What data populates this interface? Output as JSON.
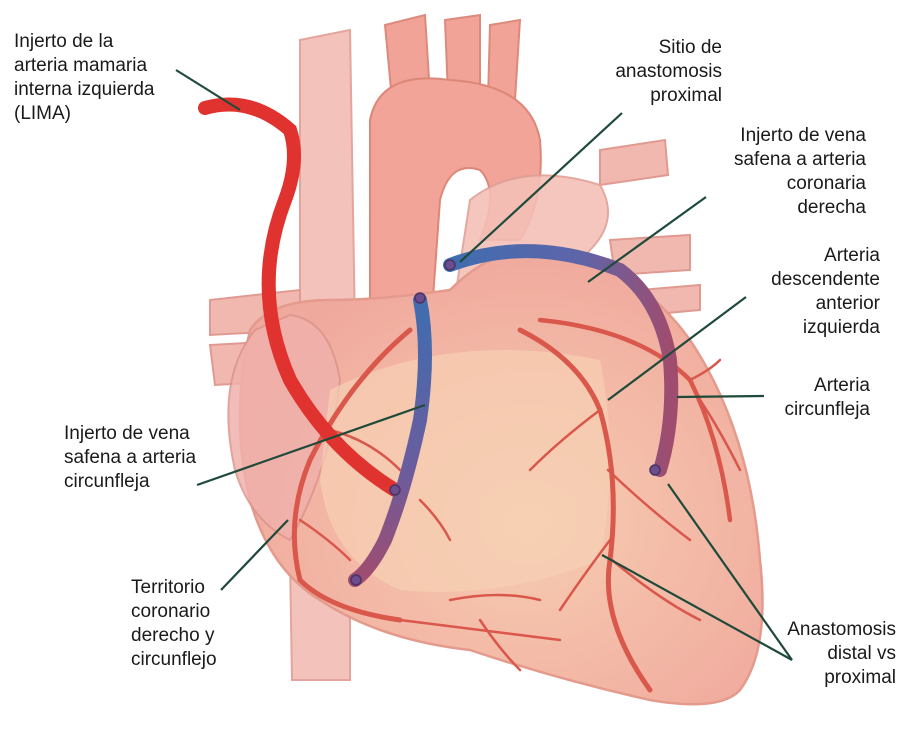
{
  "labels": {
    "lima": [
      "Injerto de la",
      "arteria mamaria",
      "interna izquierda",
      "(LIMA)"
    ],
    "proximal_site": [
      "Sitio de",
      "anastomosis",
      "proximal"
    ],
    "svg_rca": [
      "Injerto de vena",
      "safena a arteria",
      "coronaria",
      "derecha"
    ],
    "lad": [
      "Arteria",
      "descendente",
      "anterior",
      "izquierda"
    ],
    "circumflex": [
      "Arteria",
      "circunfleja"
    ],
    "svg_circumflex": [
      "Injerto de vena",
      "safena a arteria",
      "circunfleja"
    ],
    "territory": [
      "Territorio",
      "coronario",
      "derecho y",
      "circunflejo"
    ],
    "distal_vs_proximal": [
      "Anastomosis",
      "distal vs",
      "proximal"
    ]
  },
  "colors": {
    "leader_line": "#1f4a3a",
    "artery_graft": "#e0322e",
    "vein_graft_blue": "#3f6db0",
    "vein_graft_purple": "#8a4a7a",
    "heart_tissue": "#f2b2a6",
    "coronary_vessel": "#d9574b"
  }
}
